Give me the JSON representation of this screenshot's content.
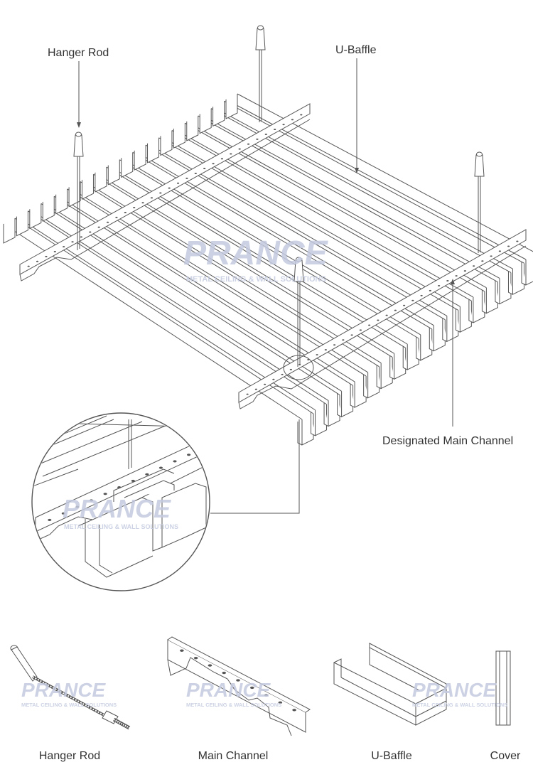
{
  "labels": {
    "hanger_rod": "Hanger Rod",
    "u_baffle": "U-Baffle",
    "designated_main_channel": "Designated Main Channel"
  },
  "parts": [
    {
      "key": "hanger-rod",
      "label": "Hanger Rod"
    },
    {
      "key": "main-channel",
      "label": "Main Channel"
    },
    {
      "key": "u-baffle",
      "label": "U-Baffle"
    },
    {
      "key": "cover",
      "label": "Cover"
    }
  ],
  "watermark": {
    "brand": "PRANCE",
    "tagline": "METAL CEILING & WALL SOLUTIONS",
    "color": "#c4cbe0"
  },
  "line_color": "#555555"
}
